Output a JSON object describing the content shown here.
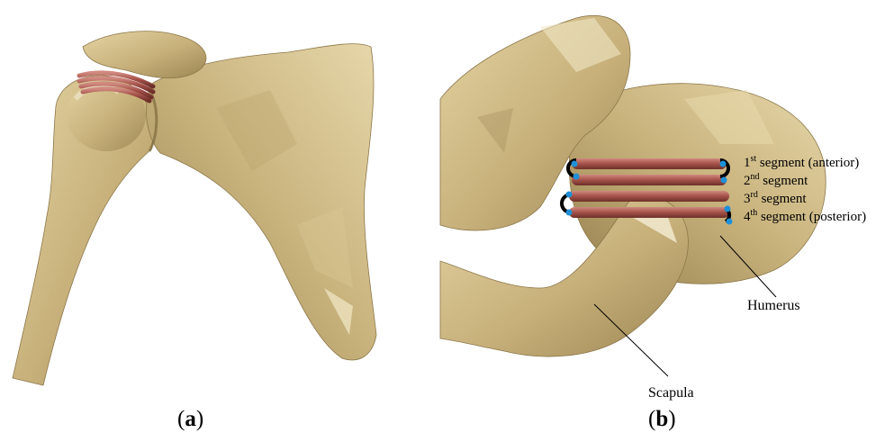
{
  "panels": [
    {
      "label_open": "(",
      "label_letter": "a",
      "label_close": ")"
    },
    {
      "label_open": "(",
      "label_letter": "b",
      "label_close": ")"
    }
  ],
  "segments": [
    {
      "num": "1",
      "sup": "st",
      "text": " segment (anterior)"
    },
    {
      "num": "2",
      "sup": "nd",
      "text": " segment"
    },
    {
      "num": "3",
      "sup": "rd",
      "text": " segment"
    },
    {
      "num": "4",
      "sup": "th",
      "text": " segment (posterior)"
    }
  ],
  "labels": {
    "humerus": "Humerus",
    "scapula": "Scapula"
  },
  "colors": {
    "bone": "#c9b37c",
    "bone_light": "#e6d7a9",
    "bone_shadow": "#8f7b4a",
    "muscle": "#a8554d",
    "muscle_dark": "#6e2f29",
    "marker": "#1e90d8"
  }
}
